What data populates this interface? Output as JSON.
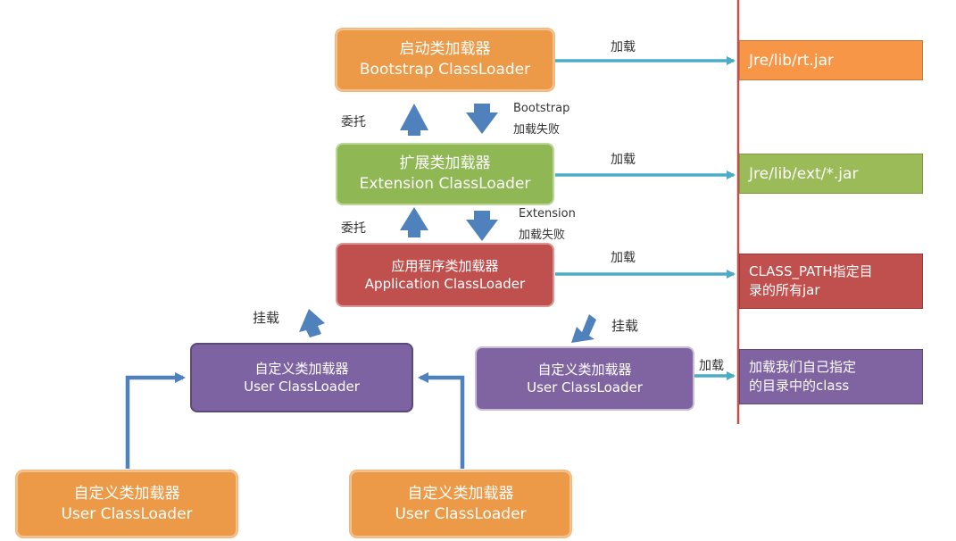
{
  "bootstrap_loader": {
    "line1": "启动类加载器",
    "line2": "Bootstrap ClassLoader"
  },
  "extension_loader": {
    "line1": "扩展类加载器",
    "line2": "Extension ClassLoader"
  },
  "application_loader": {
    "line1": "应用程序类加载器",
    "line2": "Application ClassLoader"
  },
  "user_loader_left": {
    "line1": "自定义类加载器",
    "line2": "User ClassLoader"
  },
  "user_loader_right": {
    "line1": "自定义类加载器",
    "line2": "User ClassLoader"
  },
  "user_loader_bottom_left": {
    "line1": "自定义类加载器",
    "line2": "User ClassLoader"
  },
  "user_loader_bottom_right": {
    "line1": "自定义类加载器",
    "line2": "User ClassLoader"
  },
  "targets": {
    "rt_jar": "Jre/lib/rt.jar",
    "ext_jar": "Jre/lib/ext/*.jar",
    "class_path_line1": "CLASS_PATH指定目",
    "class_path_line2": "录的所有jar",
    "custom_line1": "加载我们自己指定",
    "custom_line2": "的目录中的class"
  },
  "labels": {
    "load_1": "加载",
    "load_2": "加载",
    "load_3": "加载",
    "load_4": "加载",
    "delegate_1": "委托",
    "delegate_2": "委托",
    "bootstrap_fail_1": "Bootstrap",
    "bootstrap_fail_2": "加载失败",
    "extension_fail_1": "Extension",
    "extension_fail_2": "加载失败",
    "mount_left": "挂载",
    "mount_right": "挂载"
  },
  "colors": {
    "arrow_teal": "#4bacc6",
    "arrow_blue": "#4f81bd",
    "divider_red": "#c0504d"
  }
}
